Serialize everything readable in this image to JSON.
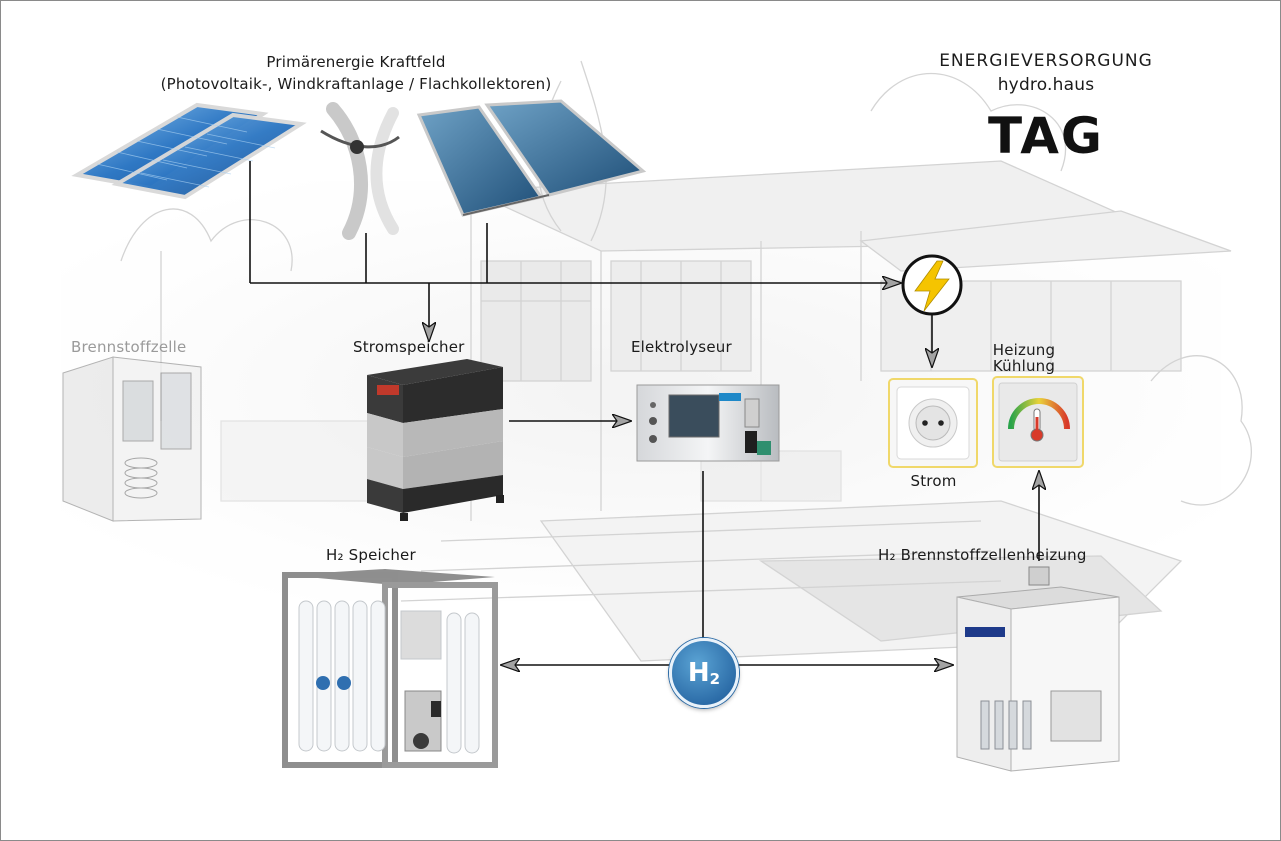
{
  "title": {
    "primary": "Primärenergie Kraftfeld",
    "primary_sub": "(Photovoltaik-, Windkraftanlage / Flachkollektoren)",
    "energy": "ENERGIEVERSORGUNG",
    "house": "hydro.haus",
    "mode": "TAG"
  },
  "components": {
    "fuel_cell": "Brennstoffzelle",
    "battery": "Stromspeicher",
    "electrolyser": "Elektrolyseur",
    "heating": "Heizung Kühlung",
    "power": "Strom",
    "h2_storage": "H₂ Speicher",
    "h2_heating": "H₂ Brennstoffzellenheizung"
  },
  "h2_badge": {
    "main": "H",
    "sub": "2"
  },
  "colors": {
    "frame": "#8a8a8a",
    "arrow": "#111111",
    "arrowhead_fill": "#9a9a9a",
    "lightning": "#f5c400",
    "h2_blue": "#2a6aa6",
    "outlet_border": "#f0d86a"
  }
}
